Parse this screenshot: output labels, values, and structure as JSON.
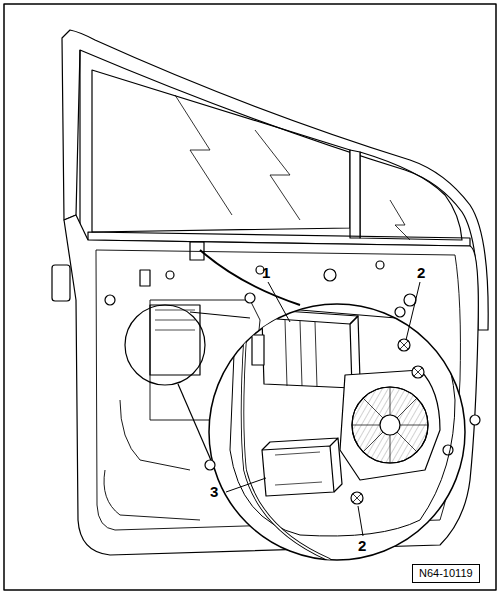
{
  "diagram": {
    "labels": [
      "1",
      "2",
      "3",
      "2",
      "N64-10119"
    ]
  }
}
